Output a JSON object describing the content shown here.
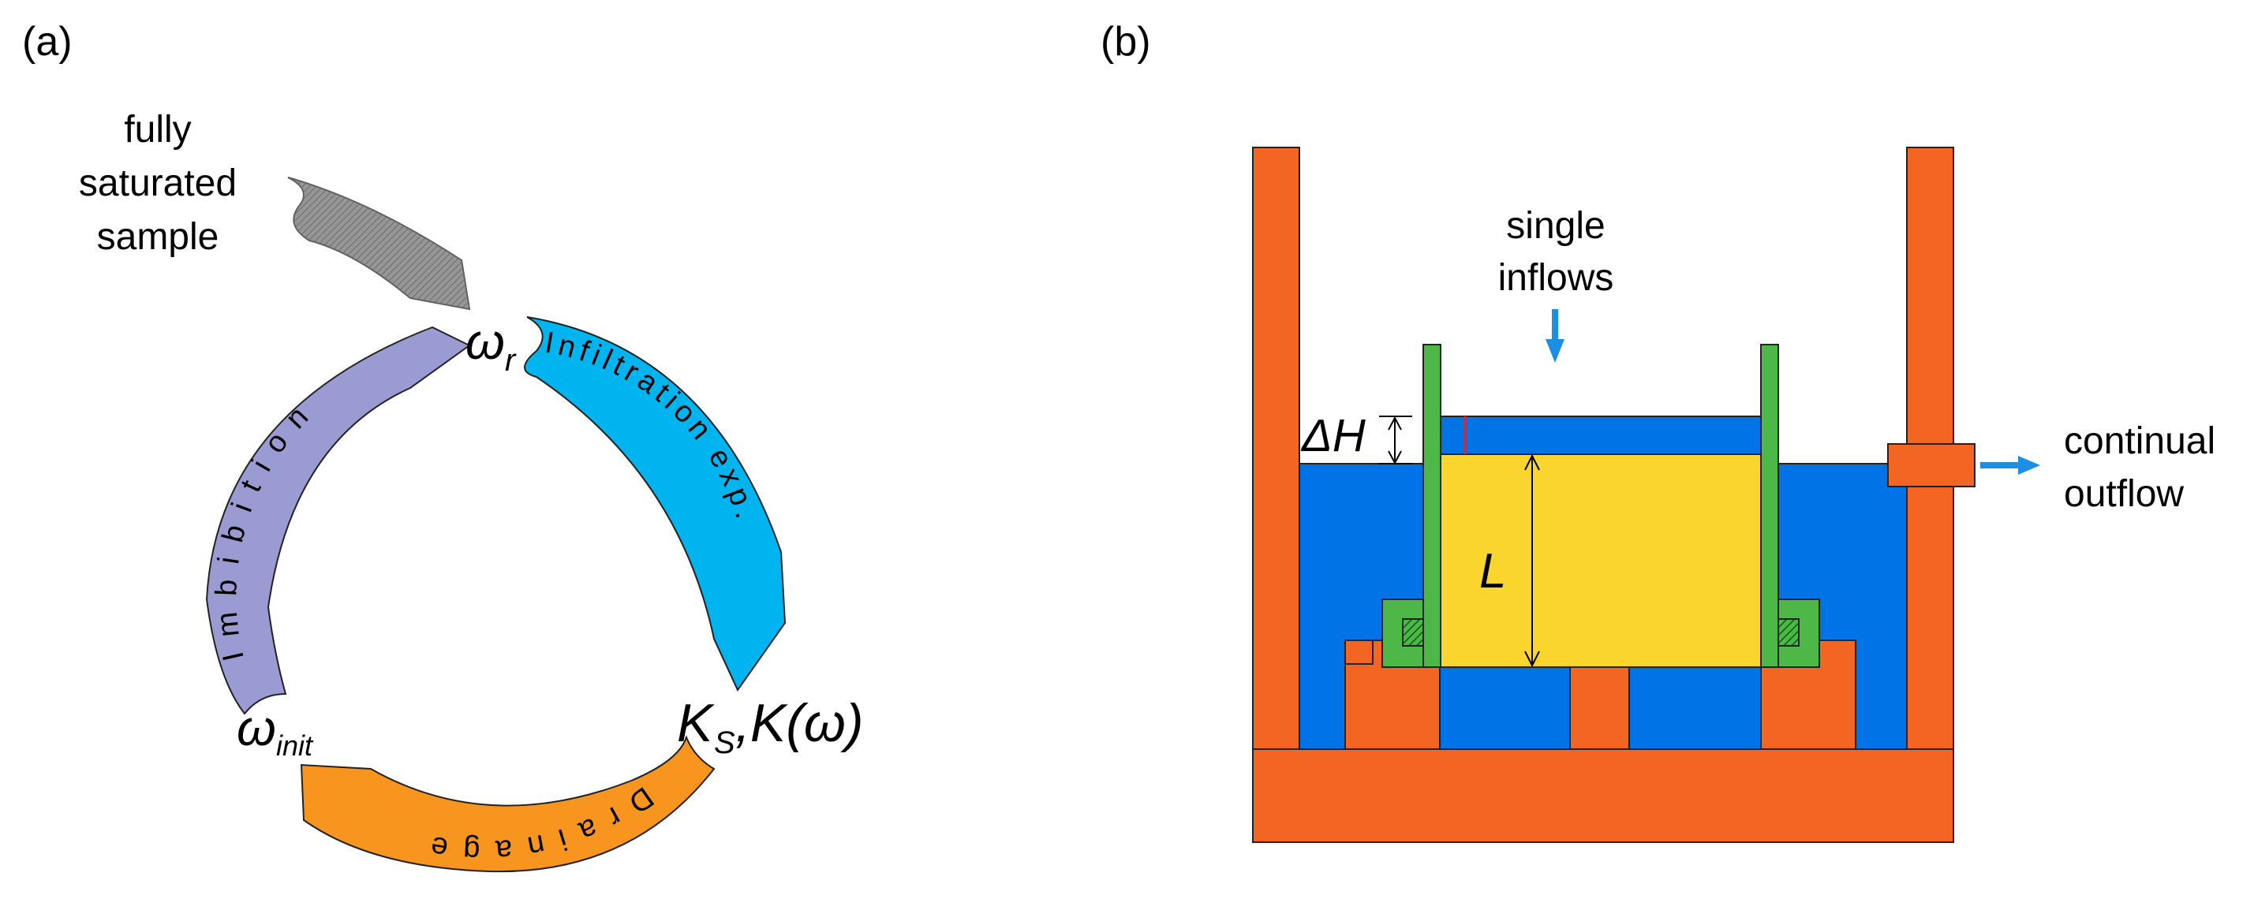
{
  "panel_a": {
    "label": "(a)",
    "saturated_text": [
      "fully",
      "saturated",
      "sample"
    ],
    "omega_r": {
      "symbol": "ω",
      "sub": "r"
    },
    "omega_init": {
      "symbol": "ω",
      "sub": "init"
    },
    "k_label": {
      "k": "K",
      "sub": "S",
      "rest": ",K(ω)"
    },
    "arcs": {
      "infiltration": {
        "text": "Infiltration exp.",
        "color": "#00b4ef"
      },
      "drainage": {
        "text": "D r a i n a g e",
        "color": "#f7951e"
      },
      "imbibition": {
        "text": "I m b i b i t i o n",
        "color": "#9b9bd3"
      },
      "saturated_arrow_color": "#737373"
    }
  },
  "panel_b": {
    "label": "(b)",
    "single_inflows": [
      "single",
      "inflows"
    ],
    "continual_outflow": [
      "continual",
      "outflow"
    ],
    "delta_h": "ΔH",
    "l_label": "L",
    "colors": {
      "frame": "#f26522",
      "water": "#0073e6",
      "sample": "#f9d52d",
      "ring": "#4db848",
      "arrow": "#1a8fe3",
      "marker": "#e8202a"
    }
  }
}
